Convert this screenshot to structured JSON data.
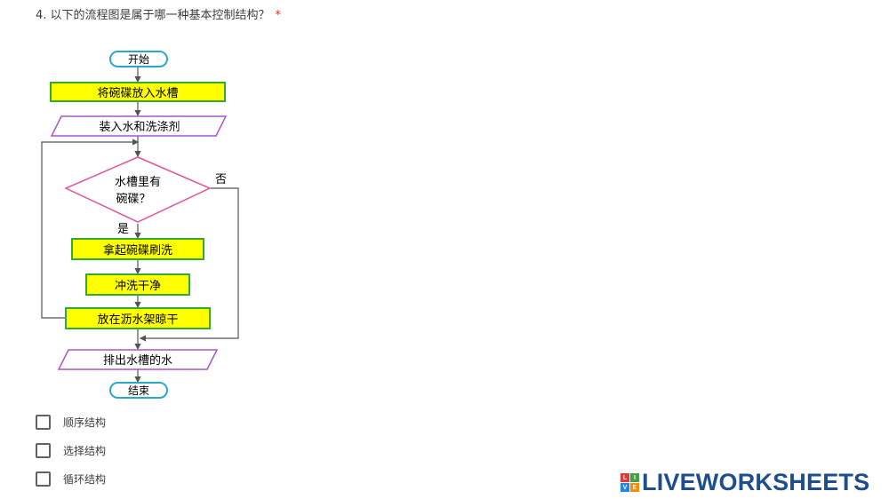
{
  "question": {
    "text": "4. 以下的流程图是属于哪一种基本控制结构？",
    "required_mark": "*"
  },
  "flowchart": {
    "start": "开始",
    "step1": "将碗碟放入水槽",
    "input1": "装入水和洗涤剂",
    "decision_line1": "水槽里有",
    "decision_line2": "碗碟？",
    "no_label": "否",
    "yes_label": "是",
    "step2": "拿起碗碟刷洗",
    "step3": "冲洗干净",
    "step4": "放在沥水架晾干",
    "output1": "排出水槽的水",
    "end": "结束",
    "colors": {
      "process_fill": "#ffff00",
      "process_border": "#33aa33",
      "io_border": "#a855c8",
      "decision_border": "#e0559a",
      "terminal_border": "#2aa8c8",
      "line": "#555555"
    }
  },
  "options": [
    {
      "label": "顺序结构"
    },
    {
      "label": "选择结构"
    },
    {
      "label": "循环结构"
    }
  ],
  "brand": {
    "mark_letters": [
      "L",
      "I",
      "V",
      "E"
    ],
    "mark_colors": [
      "#e53935",
      "#43a047",
      "#1e88e5",
      "#fb8c00"
    ],
    "text": "LIVEWORKSHEETS",
    "text_color": "#1e4e8c"
  }
}
